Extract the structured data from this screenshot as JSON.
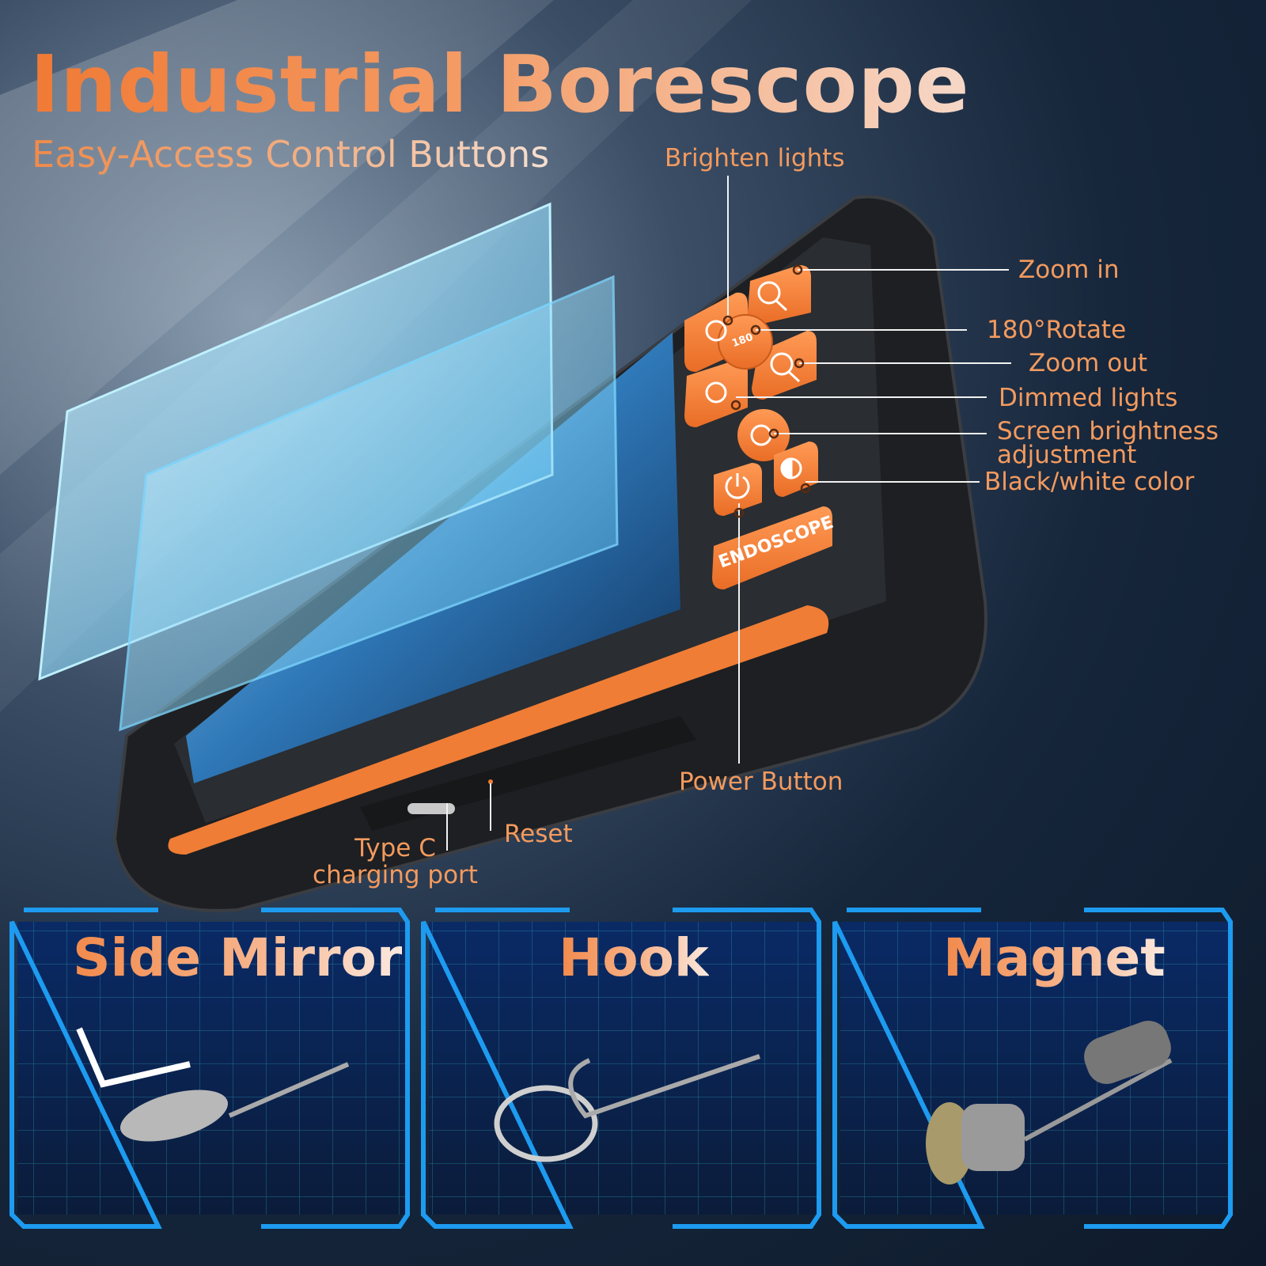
{
  "header": {
    "title": "Industrial Borescope",
    "subtitle": "Easy-Access Control Buttons"
  },
  "device": {
    "brand_label": "ENDOSCOPE",
    "rotate_key_label": "180",
    "accent_color": "#f07d35",
    "body_color": "#1f2124"
  },
  "callouts": {
    "brighten_lights": "Brighten lights",
    "zoom_in": "Zoom in",
    "rotate_180": "180°Rotate",
    "zoom_out": "Zoom out",
    "dimmed_lights": "Dimmed lights",
    "screen_brightness_line1": "Screen brightness",
    "screen_brightness_line2": "adjustment",
    "black_white": "Black/white color",
    "power_button": "Power Button",
    "reset": "Reset",
    "type_c_line1": "Type C",
    "type_c_line2": "charging port"
  },
  "accessories": [
    {
      "title": "Side Mirror",
      "icon": "side-mirror-icon"
    },
    {
      "title": "Hook",
      "icon": "hook-with-ring-icon"
    },
    {
      "title": "Magnet",
      "icon": "magnet-with-coin-icon"
    }
  ]
}
